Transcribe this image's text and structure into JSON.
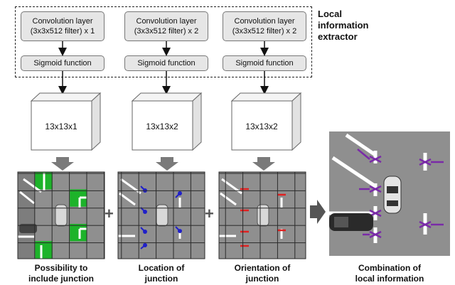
{
  "extractor": {
    "label_lines": [
      "Local",
      "information",
      "extractor"
    ],
    "branches": [
      {
        "conv_line1": "Convolution layer",
        "conv_line2": "(3x3x512 filter) x 1",
        "sigmoid": "Sigmoid function",
        "feature_map": "13x13x1"
      },
      {
        "conv_line1": "Convolution layer",
        "conv_line2": "(3x3x512 filter) x 2",
        "sigmoid": "Sigmoid function",
        "feature_map": "13x13x2"
      },
      {
        "conv_line1": "Convolution layer",
        "conv_line2": "(3x3x512 filter) x 2",
        "sigmoid": "Sigmoid function",
        "feature_map": "13x13x2"
      }
    ]
  },
  "operators": {
    "plus": "+"
  },
  "captions": {
    "possibility": [
      "Possibility to",
      "include junction"
    ],
    "location": [
      "Location of",
      "junction"
    ],
    "orientation": [
      "Orientation of",
      "junction"
    ],
    "combination": [
      "Combination of",
      "local information"
    ]
  },
  "colors": {
    "possibility": "#1db32a",
    "location": "#2020c8",
    "orientation": "#e02020",
    "combination": "#7a2aa8",
    "ground": "#8f8f8f"
  }
}
